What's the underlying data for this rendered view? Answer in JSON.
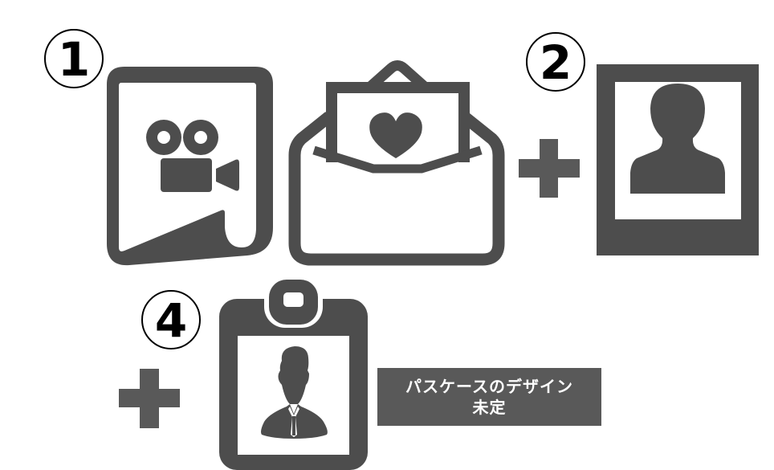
{
  "markers": [
    {
      "id": "1",
      "label": "1"
    },
    {
      "id": "2",
      "label": "2"
    },
    {
      "id": "4",
      "label": "4"
    }
  ],
  "icons": {
    "video_document": "video-document-icon",
    "love_letter": "heart-envelope-icon",
    "photo_frame": "portrait-photo-icon",
    "id_badge": "id-badge-icon",
    "plus": "plus-icon"
  },
  "note": {
    "line1": "パスケースのデザイン",
    "line2": "未定"
  },
  "colors": {
    "icon": "#4d4d4d",
    "plus": "#595959",
    "note_bg": "#595959",
    "note_text": "#ffffff",
    "marker": "#000000"
  }
}
